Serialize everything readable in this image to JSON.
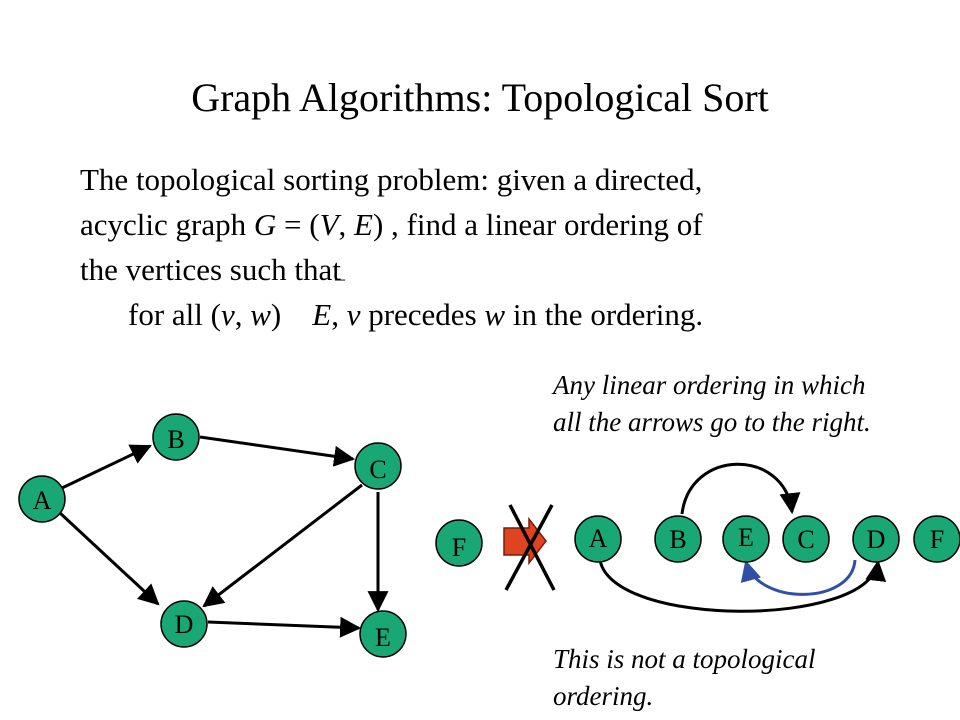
{
  "title": "Graph Algorithms: Topological Sort",
  "definition": {
    "line1": "The topological sorting problem: given a directed,",
    "line2_a": "acyclic graph ",
    "line2_G": "G",
    "line2_b": " = (",
    "line2_V": "V",
    "line2_c": ", ",
    "line2_E": "E",
    "line2_d": ") , find a linear ordering of",
    "line3": "the vertices such that",
    "line4_a": "for all (",
    "line4_v": "v",
    "line4_b": ", ",
    "line4_w": "w",
    "line4_c": ")    ",
    "line4_E": "E",
    "line4_d": ", ",
    "line4_v2": "v",
    "line4_e": " precedes ",
    "line4_w2": "w",
    "line4_f": " in the ordering.",
    "element_symbol": "¯"
  },
  "annotation_top": {
    "line1": "Any linear ordering in which",
    "line2": "all the arrows go to the right."
  },
  "annotation_bottom": {
    "line1": "This is not a topological",
    "line2": "ordering."
  },
  "graph": {
    "nodes": [
      "A",
      "B",
      "C",
      "D",
      "E"
    ],
    "edges": [
      [
        "A",
        "B"
      ],
      [
        "A",
        "D"
      ],
      [
        "B",
        "C"
      ],
      [
        "C",
        "D"
      ],
      [
        "C",
        "E"
      ],
      [
        "D",
        "E"
      ]
    ]
  },
  "isolated_node": "F",
  "ordering": {
    "nodes": [
      "A",
      "B",
      "E",
      "C",
      "D",
      "F"
    ],
    "arcs": [
      [
        "B",
        "C"
      ],
      [
        "A",
        "D"
      ],
      [
        "D",
        "E"
      ]
    ]
  },
  "colors": {
    "node_fill": "#1aa776",
    "node_stroke": "#000000",
    "edge": "#000000",
    "bad_edge": "#2f4fa8",
    "arrow_box": "#e0431f",
    "cross": "#000000"
  }
}
